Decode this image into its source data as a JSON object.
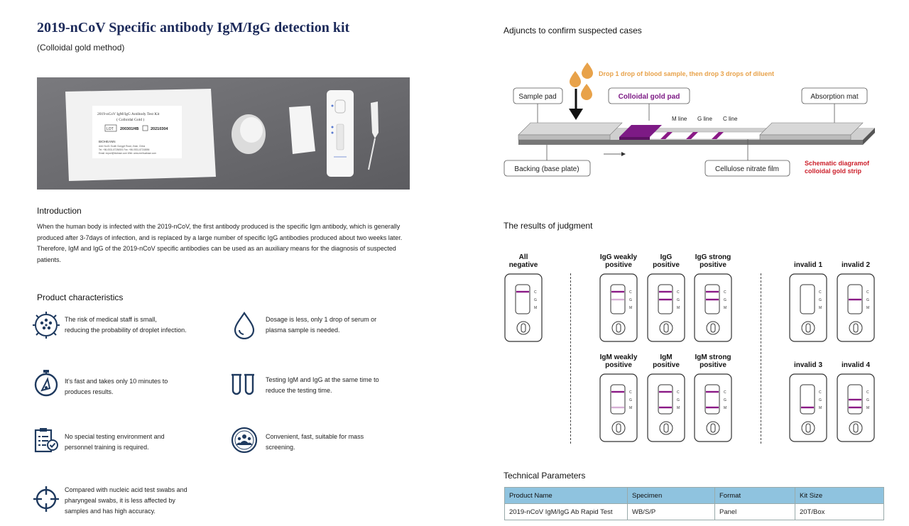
{
  "left": {
    "title": "2019-nCoV Specific antibody IgM/IgG detection kit",
    "subtitle": "(Colloidal gold method)",
    "package": {
      "product_line": "2019-nCoV IgM/IgG Antibody Test Kit",
      "method": "( Colloidal Gold )",
      "lot_label": "LOT",
      "lot_value": "200301HB",
      "expiry_value": "20210304",
      "maker": "BIOHEANN",
      "addr1": "Add: No.81 South Gongye Road, Jinan, China",
      "addr2": "Tel: +86-0531-87284501    Fax: +86-0531-87218856",
      "addr3": "Email: export@biobase.com    Web: www.meihuabase.com"
    },
    "intro_heading": "Introduction",
    "intro_text": "When the human body is infected with the 2019-nCoV, the first antibody produced is the specific Igm antibody, which is generally produced after 3-7days of infection, and is replaced by a large number of specific IgG antibodies produced about two weeks later. Therefore, IgM and IgG of the 2019-nCoV specific antibodies can be used as an auxiliary means for the diagnosis of suspected patients.",
    "char_heading": "Product characteristics",
    "features": [
      {
        "icon": "virus-icon",
        "line1": "The risk of medical staff is small,",
        "line2": "reducing the probability of droplet infection.",
        "line3": ""
      },
      {
        "icon": "drop-icon",
        "line1": "Dosage is less, only 1 drop of serum or",
        "line2": "plasma sample is needed.",
        "line3": ""
      },
      {
        "icon": "stopwatch-icon",
        "line1": "It's fast and takes only 10 minutes to",
        "line2": "produces results.",
        "line3": ""
      },
      {
        "icon": "test-tubes-icon",
        "line1": "Testing IgM and IgG at the same time to",
        "line2": "reduce the testing time.",
        "line3": ""
      },
      {
        "icon": "clipboard-check-icon",
        "line1": "No special testing environment and",
        "line2": "personnel training is required.",
        "line3": ""
      },
      {
        "icon": "group-icon",
        "line1": "Convenient, fast, suitable for mass",
        "line2": "screening.",
        "line3": ""
      },
      {
        "icon": "crosshair-icon",
        "line1": "Compared with nucleic acid test swabs and",
        "line2": "pharyngeal swabs, it is less affected by",
        "line3": "samples and has high accuracy."
      }
    ]
  },
  "right": {
    "adjuncts_heading": "Adjuncts to confirm suspected cases",
    "diagram": {
      "drop_note": "Drop 1 drop of blood sample, then drop 3 drops of diluent",
      "sample_pad": "Sample pad",
      "gold_pad": "Colloidal gold pad",
      "absorption_mat": "Absorption mat",
      "m_line": "M line",
      "g_line": "G line",
      "c_line": "C line",
      "backing": "Backing (base plate)",
      "nitrate": "Cellulose nitrate film",
      "schematic1": "Schematic diagramof",
      "schematic2": "colloidal gold strip"
    },
    "results_heading": "The results of judgment",
    "results": [
      {
        "label1": "All",
        "label2": "negative"
      },
      {
        "label1": "IgG weakly",
        "label2": "positive"
      },
      {
        "label1": "IgG",
        "label2": "positive"
      },
      {
        "label1": "IgG strong",
        "label2": "positive"
      },
      {
        "label1": "invalid 1",
        "label2": ""
      },
      {
        "label1": "invalid 2",
        "label2": ""
      },
      {
        "label1": "IgM weakly",
        "label2": "positive"
      },
      {
        "label1": "IgM",
        "label2": "positive"
      },
      {
        "label1": "IgM strong",
        "label2": "positive"
      },
      {
        "label1": "invalid 3",
        "label2": ""
      },
      {
        "label1": "invalid 4",
        "label2": ""
      }
    ],
    "line_letters": {
      "c": "C",
      "g": "G",
      "m": "M"
    },
    "tech_heading": "Technical Parameters",
    "tech_table": {
      "headers": [
        "Product Name",
        "Specimen",
        "Format",
        "Kit Size"
      ],
      "row": [
        "2019-nCoV IgM/IgG Ab Rapid Test",
        "WB/S/P",
        "Panel",
        "20T/Box"
      ]
    },
    "colors": {
      "line_purple": "#8a1a86",
      "gold_pad": "#7d1a85",
      "note_orange": "#e8a24a",
      "red_note": "#cc1f2a",
      "table_header": "#8fc3df"
    }
  }
}
